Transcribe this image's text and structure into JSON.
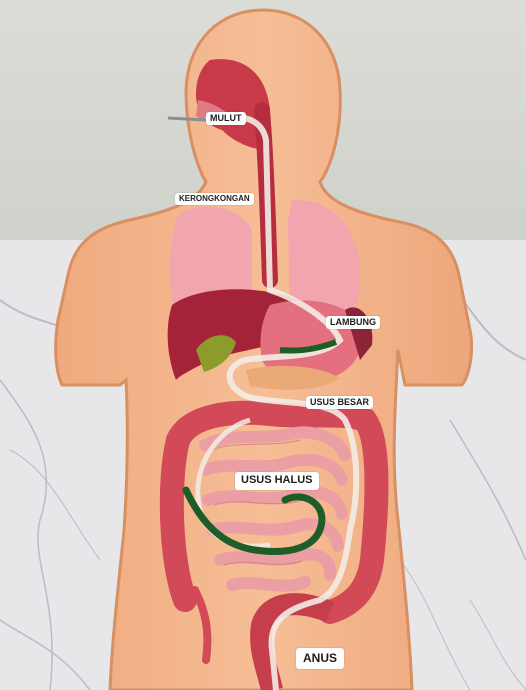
{
  "labels": {
    "mulut": "MULUT",
    "kerongkongan": "KERONGKONGAN",
    "lambung": "LAMBUNG",
    "usus_besar": "USUS BESAR",
    "usus_halus": "USUS HALUS",
    "anus": "ANUS"
  },
  "colors": {
    "wall": "#d9dbd5",
    "marble": "#e9e9ec",
    "board": "#f4b58a",
    "board_edge": "#e49c6e",
    "lungs": "#f2a7b3",
    "liver": "#a3243a",
    "gallbladder": "#8a9a2a",
    "stomach": "#e5707e",
    "small_intestine": "#e89aa0",
    "large_intestine": "#d04c58",
    "green_tube": "#1f5e28",
    "clear_tube": "#e9e2dc"
  }
}
